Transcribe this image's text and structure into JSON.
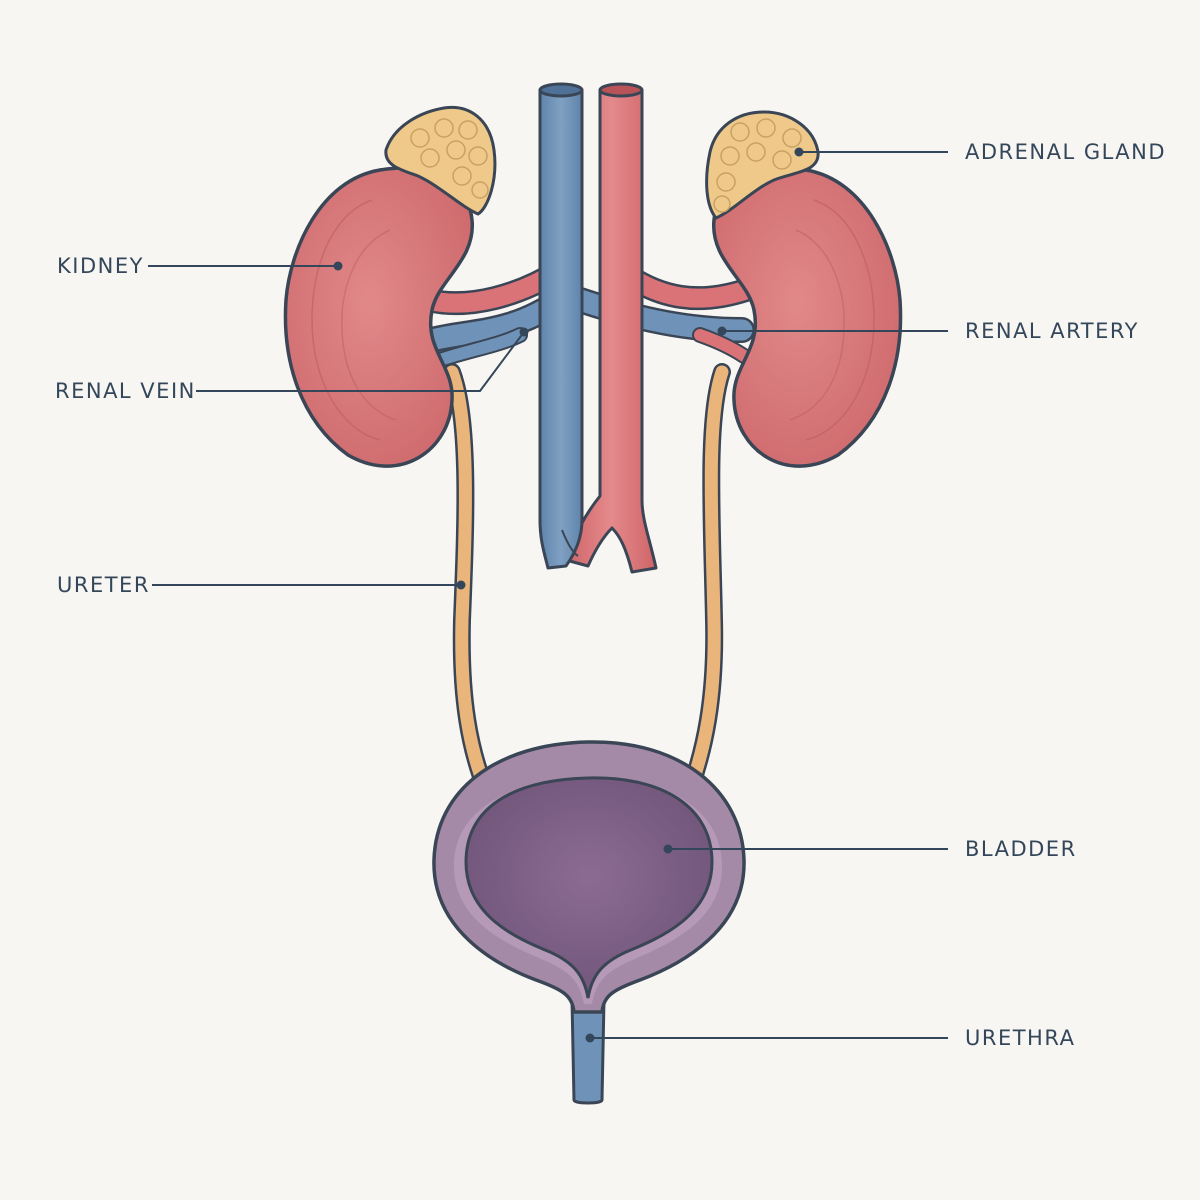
{
  "labels": {
    "kidney": "KIDNEY",
    "renal_vein": "RENAL VEIN",
    "ureter": "URETER",
    "adrenal_gland": "ADRENAL GLAND",
    "renal_artery": "RENAL ARTERY",
    "bladder": "BLADDER",
    "urethra": "URETHRA"
  },
  "colors": {
    "background": "#f8f6f3",
    "kidney": "#d9787a",
    "adrenal": "#efc98a",
    "vein": "#6f93b8",
    "artery": "#d97377",
    "ureter": "#eab57a",
    "bladder": "#8e6f94",
    "label": "#34465a"
  }
}
